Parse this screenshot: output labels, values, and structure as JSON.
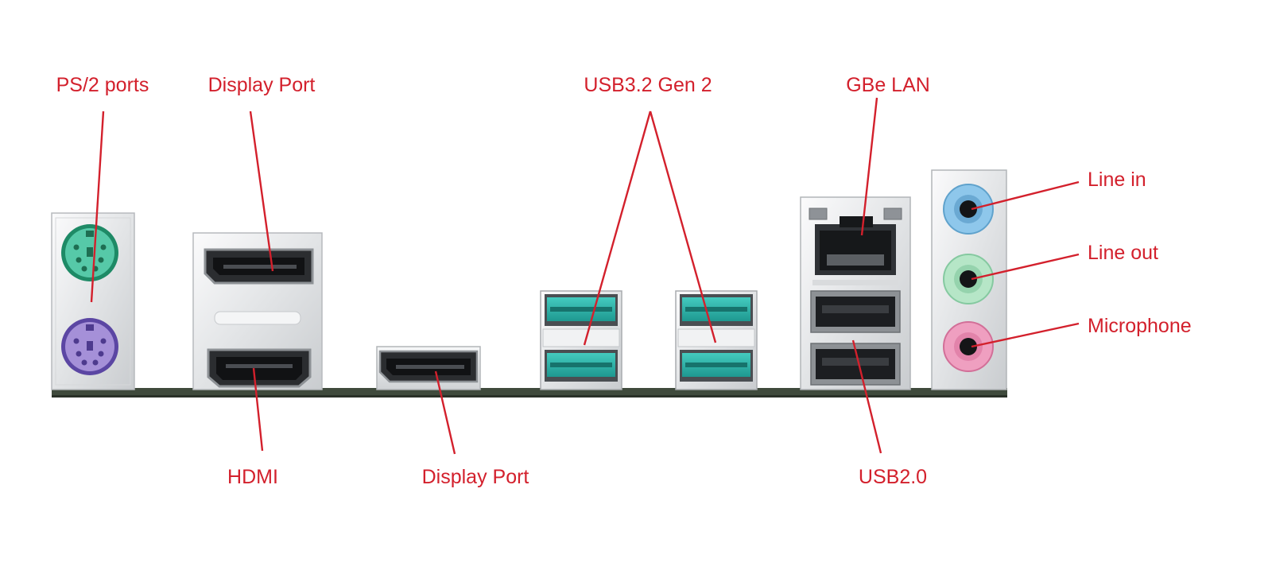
{
  "diagram": {
    "title": "",
    "label_color": "#d3202c",
    "labels": {
      "ps2_ports": "PS/2 ports",
      "display_port_top": "Display Port",
      "usb32_gen2": "USB3.2 Gen 2",
      "gbe_lan": "GBe LAN",
      "line_in": "Line in",
      "line_out": "Line out",
      "microphone": "Microphone",
      "hdmi": "HDMI",
      "display_port_bottom": "Display Port",
      "usb20": "USB2.0"
    },
    "port_colors": {
      "ps2_keyboard": "#56c9a8",
      "ps2_mouse": "#a590d8",
      "usb32": "#2bb3a8",
      "line_in": "#8ec7eb",
      "line_out": "#b6e6c7",
      "microphone": "#ef9fc0",
      "board": "#3f4a3c",
      "shield": "#e9eaeb"
    },
    "icons": [
      "ps2-keyboard-port-icon",
      "ps2-mouse-port-icon",
      "displayport-icon",
      "hdmi-icon",
      "usb-a-port-icon",
      "rj45-port-icon",
      "audio-jack-icon"
    ]
  }
}
